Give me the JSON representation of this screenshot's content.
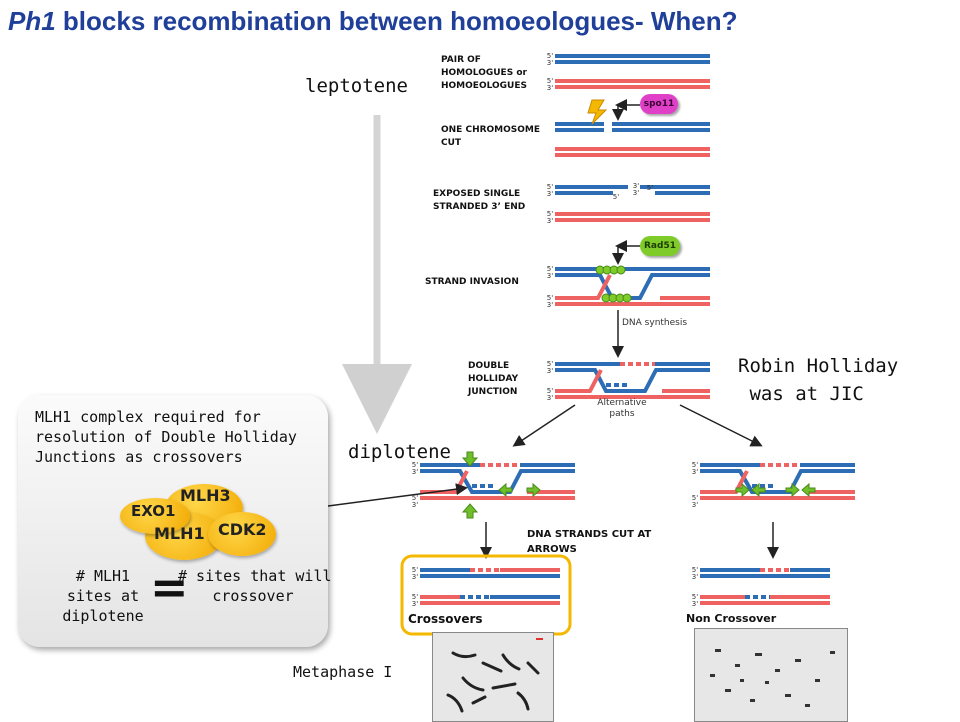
{
  "title": {
    "italic_part": "Ph1",
    "rest": " blocks recombination between homoeologues- When?"
  },
  "stages": {
    "leptotene": "leptotene",
    "diplotene": "diplotene",
    "metaphase": "Metaphase I"
  },
  "steps": {
    "pair": "PAIR OF\nHOMOLOGUES or\nHOMOEOLOGUES",
    "cut": "ONE CHROMOSOME\nCUT",
    "exposed": "EXPOSED SINGLE\nSTRANDED 3’ END",
    "invasion": "STRAND INVASION",
    "dhj": "DOUBLE\nHOLLIDAY\nJUNCTION",
    "strands_cut": "DNA STRANDS CUT AT\nARROWS"
  },
  "proteins": {
    "spo11": "spo11",
    "rad51": "Rad51"
  },
  "annotations": {
    "dna_synthesis": "DNA synthesis",
    "alt_paths": "Alternative\npaths"
  },
  "holliday_note": "Robin Holliday\n was at JIC",
  "outcomes": {
    "crossovers": "Crossovers",
    "non_crossover": "Non Crossover"
  },
  "panel": {
    "text": "MLH1 complex required for\nresolution of Double Holliday\nJunctions as crossovers",
    "left": "# MLH1\nsites at\ndiplotene",
    "equals": "=",
    "right": "# sites that will\ncrossover",
    "complex": {
      "exo1": "EXO1",
      "mlh3": "MLH3",
      "mlh1": "MLH1",
      "cdk2": "CDK2"
    }
  },
  "end_labels": {
    "five": "5'",
    "three": "3'"
  },
  "colors": {
    "title": "#1f3f99",
    "strand_blue": "#2c6db5",
    "strand_red": "#ef6262",
    "spo11": "#e040c8",
    "rad51": "#7ecb2a",
    "gold": "#f5b800",
    "green": "#6fbf2a"
  }
}
